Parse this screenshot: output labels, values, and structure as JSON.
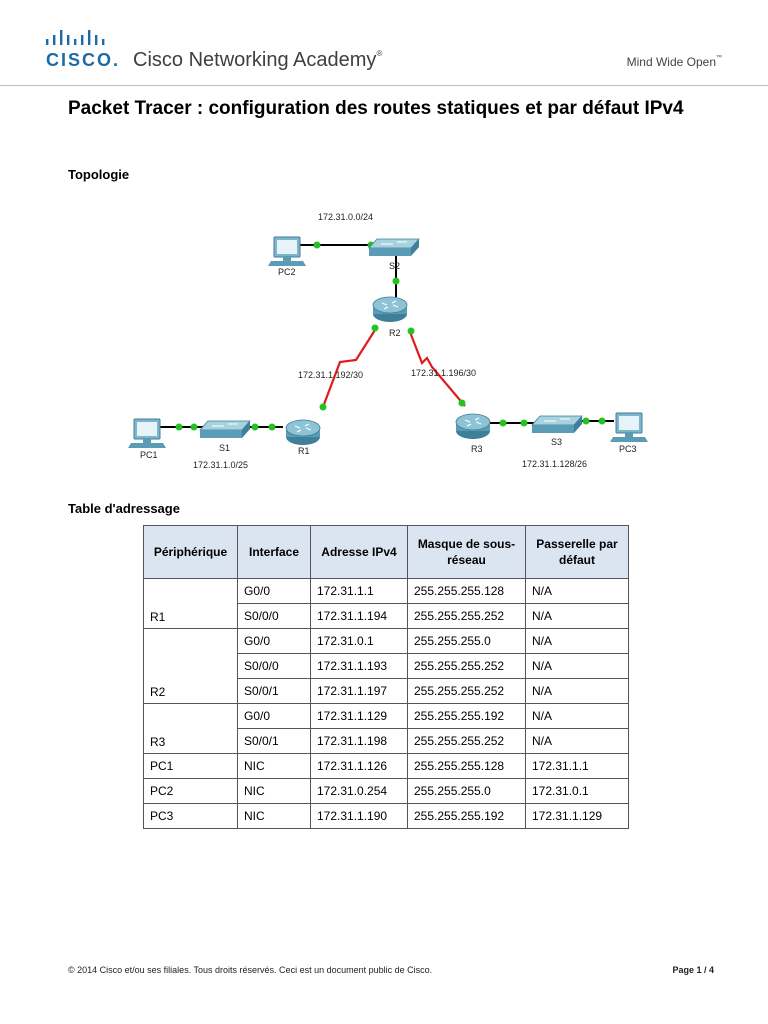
{
  "header": {
    "brand": "CISCO.",
    "academy": "Cisco Networking Academy",
    "academy_mark": "®",
    "tagline": "Mind Wide Open",
    "tagline_mark": "™",
    "brand_color": "#1d6aa5"
  },
  "title": "Packet Tracer : configuration des routes statiques et par défaut IPv4",
  "sections": {
    "topology": "Topologie",
    "addressing": "Table d'adressage"
  },
  "topology": {
    "devices": {
      "pc1": "PC1",
      "pc2": "PC2",
      "pc3": "PC3",
      "s1": "S1",
      "s2": "S2",
      "s3": "S3",
      "r1": "R1",
      "r2": "R2",
      "r3": "R3"
    },
    "networks": {
      "lan_r2": "172.31.0.0/24",
      "wan_r1_r2": "172.31.1.192/30",
      "wan_r2_r3": "172.31.1.196/30",
      "lan_r1": "172.31.1.0/25",
      "lan_r3": "172.31.1.128/26"
    },
    "colors": {
      "link": "#000000",
      "serial": "#e01b1b",
      "port": "#22c322",
      "device": "#5a9bb5"
    }
  },
  "address_table": {
    "headers": [
      "Périphérique",
      "Interface",
      "Adresse IPv4",
      "Masque de sous-réseau",
      "Passerelle par défaut"
    ],
    "rows": [
      {
        "device": "R1",
        "interface": "G0/0",
        "ip": "172.31.1.1",
        "mask": "255.255.255.128",
        "gateway": "N/A"
      },
      {
        "device": "",
        "interface": "S0/0/0",
        "ip": "172.31.1.194",
        "mask": "255.255.255.252",
        "gateway": "N/A"
      },
      {
        "device": "R2",
        "interface": "G0/0",
        "ip": "172.31.0.1",
        "mask": "255.255.255.0",
        "gateway": "N/A"
      },
      {
        "device": "",
        "interface": "S0/0/0",
        "ip": "172.31.1.193",
        "mask": "255.255.255.252",
        "gateway": "N/A"
      },
      {
        "device": "",
        "interface": "S0/0/1",
        "ip": "172.31.1.197",
        "mask": "255.255.255.252",
        "gateway": "N/A"
      },
      {
        "device": "R3",
        "interface": "G0/0",
        "ip": "172.31.1.129",
        "mask": "255.255.255.192",
        "gateway": "N/A"
      },
      {
        "device": "",
        "interface": "S0/0/1",
        "ip": "172.31.1.198",
        "mask": "255.255.255.252",
        "gateway": "N/A"
      },
      {
        "device": "PC1",
        "interface": "NIC",
        "ip": "172.31.1.126",
        "mask": "255.255.255.128",
        "gateway": "172.31.1.1"
      },
      {
        "device": "PC2",
        "interface": "NIC",
        "ip": "172.31.0.254",
        "mask": "255.255.255.0",
        "gateway": "172.31.0.1"
      },
      {
        "device": "PC3",
        "interface": "NIC",
        "ip": "172.31.1.190",
        "mask": "255.255.255.192",
        "gateway": "172.31.1.129"
      }
    ]
  },
  "footer": {
    "copyright": "© 2014 Cisco et/ou ses filiales. Tous droits réservés. Ceci est un document public de Cisco.",
    "page": "Page 1 / 4"
  }
}
